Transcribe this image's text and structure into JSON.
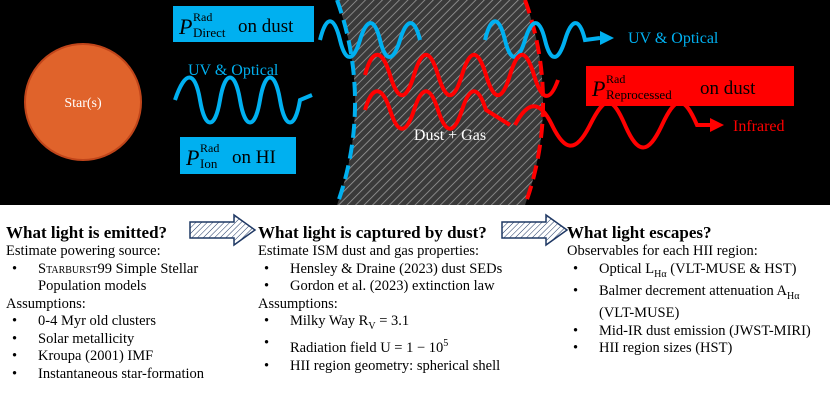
{
  "top": {
    "star_label": "Star(s)",
    "uv_optical_left": "UV & Optical",
    "uv_optical_right": "UV & Optical",
    "dust_gas_label": "Dust + Gas",
    "infrared_label": "Infrared",
    "box_direct": {
      "sub": "Direct",
      "sup": "Rad",
      "suffix": "on dust"
    },
    "box_ion": {
      "sub": "Ion",
      "sup": "Rad",
      "suffix": "on HI"
    },
    "box_reprocessed": {
      "sub": "Reprocessed",
      "sup": "Rad",
      "suffix": "on dust"
    },
    "colors": {
      "blue": "#00b0f0",
      "red": "#ff0000",
      "star": "#e0632b",
      "bg": "#000000"
    }
  },
  "col1": {
    "heading": "What light is emitted?",
    "line1": "Estimate powering source:",
    "bullet1_sc": "Starburst99",
    "bullet1_rest": "  Simple Stellar Population models",
    "assumptions": "Assumptions:",
    "bullets": [
      "0-4 Myr old clusters",
      "Solar metallicity",
      "Kroupa (2001) IMF",
      "Instantaneous star-formation"
    ]
  },
  "col2": {
    "heading": "What light is captured by dust?",
    "line1": "Estimate ISM dust and gas properties:",
    "bullets_a": [
      "Hensley & Draine (2023) dust SEDs",
      "Gordon et al. (2023) extinction law"
    ],
    "assumptions": "Assumptions:",
    "b_milky": "Milky Way R",
    "b_milky_sub": "V",
    "b_milky_val": " = 3.1",
    "b_rad": "Radiation field U = 1 − 10",
    "b_rad_sup": "5",
    "b_geom": "HII  region geometry: spherical shell"
  },
  "col3": {
    "heading": "What light escapes?",
    "line1": "Observables for each HII region:",
    "b1": "Optical L",
    "b1_sub": "Hα",
    "b1_rest": " (VLT-MUSE & HST)",
    "b2": "Balmer decrement attenuation A",
    "b2_sub": "Hα",
    "b2_rest": "(VLT-MUSE)",
    "b3": "Mid-IR dust emission (JWST-MIRI)",
    "b4": "HII region sizes (HST)"
  }
}
